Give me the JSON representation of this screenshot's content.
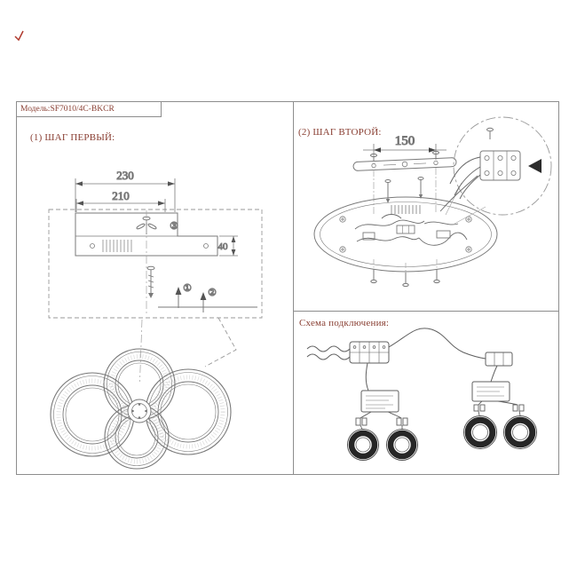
{
  "header": {
    "model_label": "Модель:SF7010/4C-BKCR"
  },
  "step1": {
    "title": "(1) ШАГ ПЕРВЫЙ:",
    "dim_width_outer": "230",
    "dim_width_inner": "210",
    "dim_height": "40",
    "marker_1": "①",
    "marker_2": "②",
    "marker_3": "③"
  },
  "step2": {
    "title": "(2) ШАГ ВТОРОЙ:",
    "dim_screw_spacing": "150"
  },
  "schema": {
    "title": "Схема подключения:"
  },
  "colors": {
    "accent_text": "#8a4034",
    "line": "#7a7a7a",
    "frame": "#8d8d8d"
  }
}
